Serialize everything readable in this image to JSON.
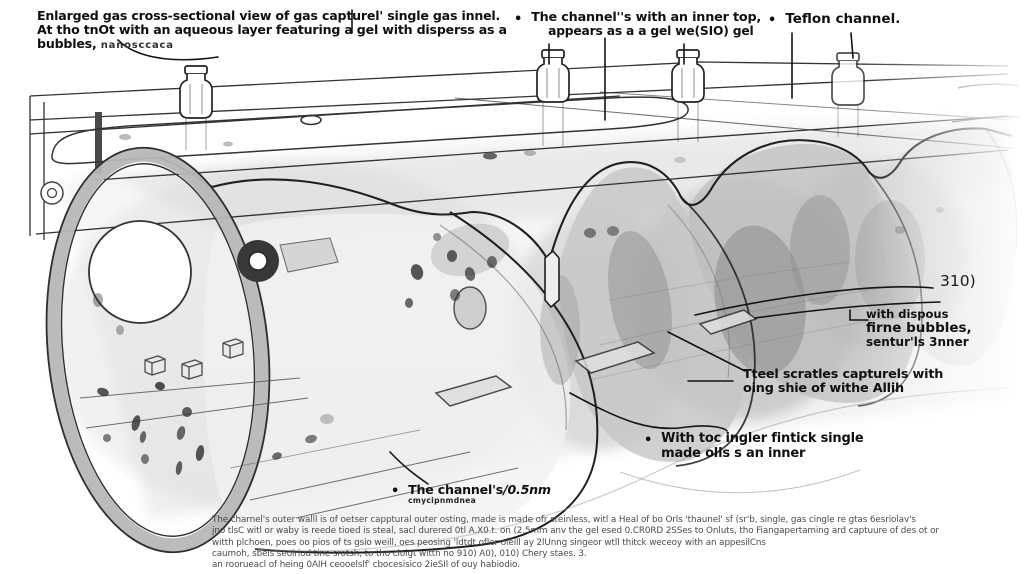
{
  "labels": {
    "top_left": {
      "line1": "Enlarged gas cross-sectional view of gas capturel' single gas innel.",
      "line2": "At tho tnOt with an aqueous layer featuring a gel with disperss as a",
      "line3": "bubbles,",
      "line3_small": "nanosccaca"
    },
    "top_middle": {
      "bullet": "•",
      "line1": "The channel''s with an inner top,",
      "line2": "appears as a a gel we(SIO) gel"
    },
    "top_right": {
      "bullet": "•",
      "text": "Teflon channel."
    },
    "ref_310": "310)",
    "fine_bubbles": {
      "line1": "with dispous",
      "line2": "firne bubbles,",
      "line3": "sentur'ls 3nner"
    },
    "steel_scratches": {
      "line1": "Tteel scratles capturels with",
      "line2": "oing shie of withe Allih"
    },
    "with_top": {
      "bullet": "•",
      "line1": "With toc ingler fintick single",
      "line2": "made olls s an inner"
    },
    "channel_nm": {
      "bullet": "•",
      "line1_a": "The channel's",
      "line1_b": "/0.5nm",
      "line2": "cmycipnmdnea"
    },
    "footer_paragraph": {
      "line1": "The charnel's outer walll is of oetser capptural outer osting, made is made ofr steinless, witl a Heal of bo Orls 'thaunel' sf (sr'b, single, gas cingle re gtas 6esriolav's",
      "line2": "jno tlsC witl or waby is reede tioed is steal, sacl durered 0tl A.X0.t. on (2.5mm anv the gel esed 0.CR0RD 2SSes to Onluts, tho Fiangapertaming ard captuure of des ot or",
      "line3": "witth plchoen, poes oo pios of ts gsio weill, oes peosing 'ldtdt ofler olelll ay 2lUnng singeor wtll thitck weceoy with an appesilCns",
      "line4": "caumoh, sbels seoiriod tine srotsh, to tho cloigt witth no 910) A0), 010) Chery staes.  3.",
      "line5": "an roorueacl of heing 0AIH ceooelslf' cbocesisico 2ieSIl of ouy habiodio."
    }
  },
  "colors": {
    "ink": "#111111",
    "paragraph_text": "#4a4a4a",
    "rim_gray": "#b7b7b7",
    "background": "#ffffff"
  }
}
